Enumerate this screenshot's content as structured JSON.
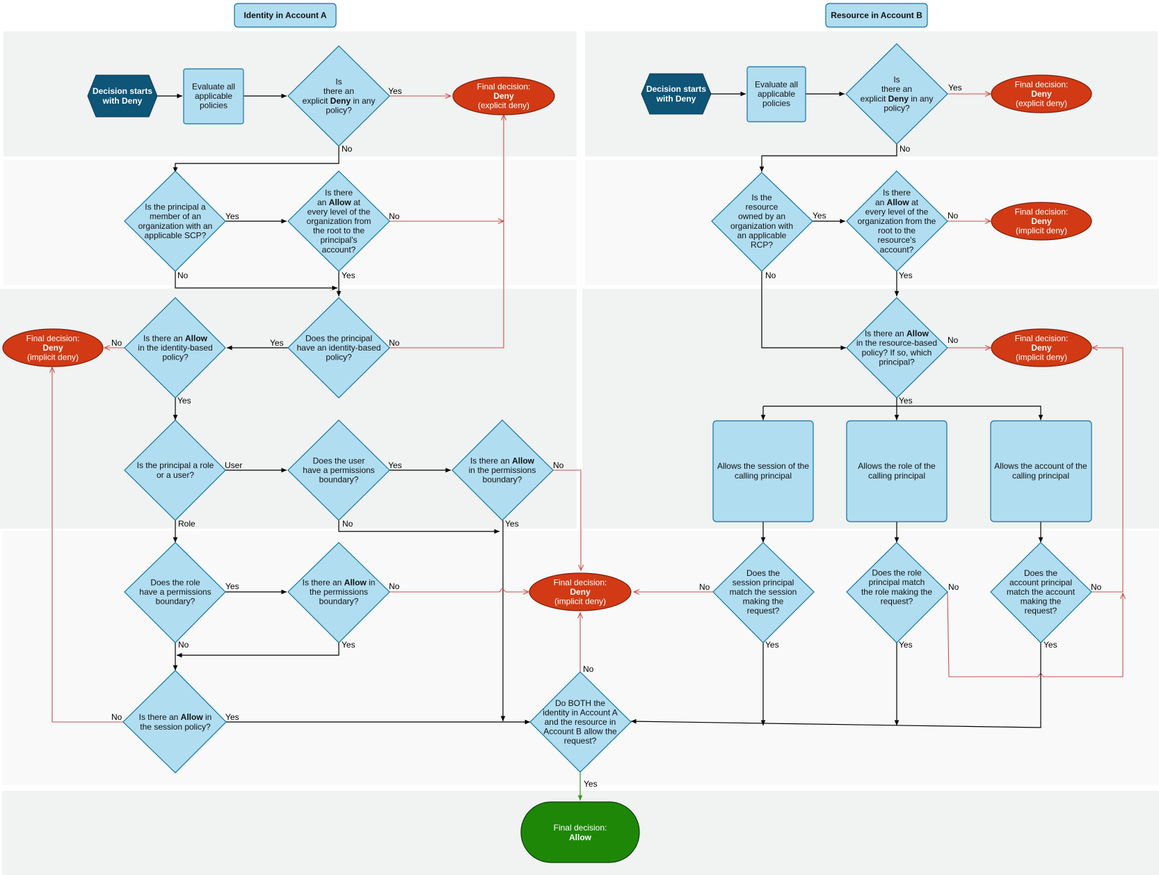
{
  "headers": {
    "account_a": "Identity in Account A",
    "account_b": "Resource in Account B"
  },
  "a": {
    "start": [
      "Decision starts",
      "with |Deny|"
    ],
    "evaluate": [
      "Evaluate all",
      "applicable",
      "policies"
    ],
    "explicit_deny_q": [
      "Is",
      "there an",
      "explicit |Deny| in any",
      "policy?"
    ],
    "final_explicit_deny": [
      "Final decision:",
      "|Deny|",
      "(explicit deny)"
    ],
    "scp_member_q": [
      "Is the principal a",
      "member of an",
      "organization with an",
      "applicable SCP?"
    ],
    "scp_allow_q": [
      "Is there",
      "an |Allow| at",
      "every level of the",
      "organization from",
      "the root to the",
      "principal's",
      "account?"
    ],
    "identity_policy_q": [
      "Does the principal",
      "have an identity-based",
      "policy?"
    ],
    "identity_allow_q": [
      "Is there an |Allow|",
      "in the identity-based",
      "policy?"
    ],
    "final_implicit_deny": [
      "Final decision:",
      "|Deny|",
      "(implicit deny)"
    ],
    "role_or_user_q": [
      "Is the principal a role",
      "or a user?"
    ],
    "user_pb_q": [
      "Does the user",
      "have a permissions",
      "boundary?"
    ],
    "pb_allow_q1": [
      "Is there an |Allow|",
      "in the permissions",
      "boundary?"
    ],
    "role_pb_q": [
      "Does the role",
      "have a permissions",
      "boundary?"
    ],
    "pb_allow_q2": [
      "Is there an |Allow| in",
      "the permissions",
      "boundary?"
    ],
    "session_allow_q": [
      "Is there an |Allow| in",
      "the session policy?"
    ]
  },
  "b": {
    "start": [
      "Decision starts",
      "with |Deny|"
    ],
    "evaluate": [
      "Evaluate all",
      "applicable",
      "policies"
    ],
    "explicit_deny_q": [
      "Is",
      "there an",
      "explicit |Deny| in any",
      "policy?"
    ],
    "final_explicit_deny": [
      "Final decision:",
      "|Deny|",
      "(explicit deny)"
    ],
    "rcp_owned_q": [
      "Is the",
      "resource",
      "owned by an",
      "organization with",
      "an applicable",
      "RCP?"
    ],
    "rcp_allow_q": [
      "Is there",
      "an |Allow| at",
      "every level of the",
      "organization from the",
      "root to the",
      "resource's",
      "account?"
    ],
    "final_implicit_deny_rcp": [
      "Final decision:",
      "|Deny|",
      "(implicit deny)"
    ],
    "resource_allow_q": [
      "Is there an |Allow|",
      "in the resource-based",
      "policy? If so, which",
      "principal?"
    ],
    "final_implicit_deny_rb": [
      "Final decision:",
      "|Deny|",
      "(implicit deny)"
    ],
    "allows_session": [
      "Allows the session of the",
      "calling principal"
    ],
    "allows_role": [
      "Allows the role of the",
      "calling principal"
    ],
    "allows_account": [
      "Allows the account of the",
      "calling principal"
    ],
    "session_match_q": [
      "Does the",
      "session principal",
      "match the session",
      "making the",
      "request?"
    ],
    "role_match_q": [
      "Does the role",
      "principal match",
      "the role making the",
      "request?"
    ],
    "account_match_q": [
      "Does the",
      "account principal",
      "match the account",
      "making the",
      "request?"
    ]
  },
  "center": {
    "final_implicit_deny": [
      "Final decision:",
      "|Deny|",
      "(implicit deny)"
    ],
    "both_allow_q": [
      "Do BOTH the",
      "identity in Account A",
      "and the resource in",
      "Account B allow the",
      "request?"
    ],
    "final_allow": [
      "Final decision:",
      "|Allow|"
    ]
  },
  "edge_labels": {
    "yes": "Yes",
    "no": "No",
    "user": "User",
    "role": "Role"
  },
  "colors": {
    "band_dark": "#f1f2f2",
    "band_light": "#f9f9f9",
    "decision_fill": "#b1ddf0",
    "decision_stroke": "#10739e",
    "deny_fill": "#d13a14",
    "allow_fill": "#1e8708",
    "start_fill": "#0e5577",
    "edge_deny": "#c9504a",
    "edge_allow": "#2d9a1c",
    "edge_default": "#000000"
  }
}
